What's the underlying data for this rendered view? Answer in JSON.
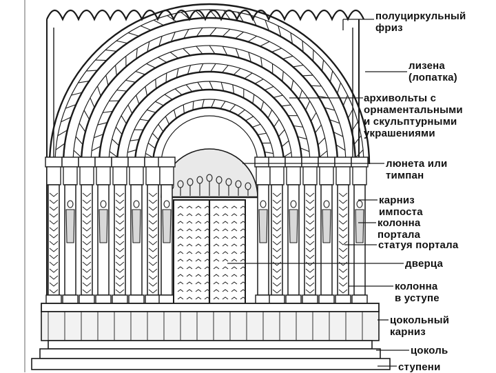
{
  "figure": {
    "labels": {
      "frieze": "полуциркульный\nфриз",
      "lesene": "лизена\n(лопатка)",
      "archivolts": "архивольты с\nорнаментальными\nи скульптурными\nукрашениями",
      "lunette": "люнета или\nтимпан",
      "impost": "карниз\nимпоста",
      "portal_column": "колонна\nпортала",
      "portal_statue": "статуя портала",
      "door": "дверца",
      "step_column": "колонна\nв уступе",
      "plinth_cornice": "цокольный\nкарниз",
      "plinth": "цоколь",
      "steps": "ступени"
    }
  }
}
